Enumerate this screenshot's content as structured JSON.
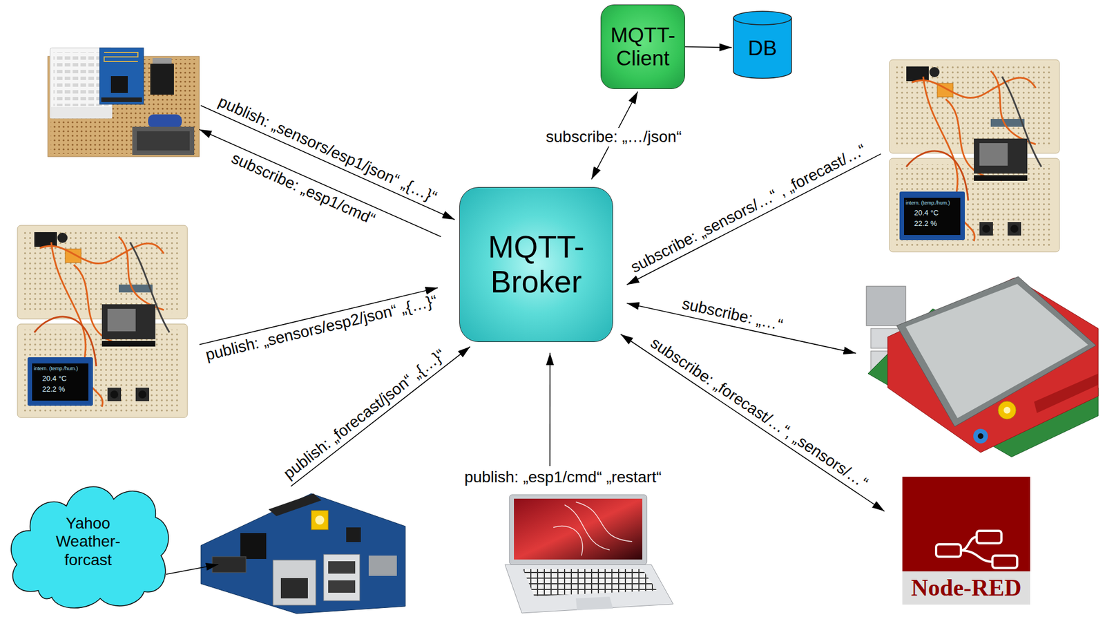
{
  "diagram": {
    "nodes": [
      {
        "text": [
          "MQTT- Client"
        ]
      },
      {
        "text": [
          "DB"
        ]
      },
      {
        "text": []
      },
      {
        "text": [
          "intern. (temp./hum.)",
          "20.4 °C",
          "22.2 %"
        ]
      },
      {
        "text": [
          "intern. (temp./hum.)",
          "20.4 °C",
          "22.2 %"
        ]
      },
      {
        "text": [
          "MQTT- Broker"
        ]
      },
      {
        "text": []
      },
      {
        "text": [
          "Yahoo Weather-forcast"
        ]
      },
      {
        "text": []
      },
      {
        "text": []
      },
      {
        "text": [
          "Node-RED"
        ]
      }
    ],
    "edges": [
      {
        "from": 0,
        "to": 1,
        "arrow": "to"
      },
      {
        "from": 2,
        "to": 5,
        "label": "publish: „sensors/esp1/json“ „{…}“",
        "arrow": "to"
      },
      {
        "from": 5,
        "to": 2,
        "label": "subscribe: „esp1/cmd“",
        "arrow": "to"
      },
      {
        "from": 5,
        "to": 0,
        "label": "subscribe: „…/json“",
        "arrow": "both"
      },
      {
        "from": 3,
        "to": 5,
        "label": "subscribe: „sensors/…“ , „forecast/…“",
        "arrow": "to"
      },
      {
        "from": 4,
        "to": 5,
        "label": "publish: „sensors/esp2/json“ „{…}“",
        "arrow": "to"
      },
      {
        "from": 5,
        "to": 6,
        "label": "subscribe: „…“",
        "arrow": "both"
      },
      {
        "from": 8,
        "to": 5,
        "label": "publish: „forecast/json“ „{…}“",
        "arrow": "to"
      },
      {
        "from": 9,
        "to": 5,
        "label": "publish: „esp1/cmd“ „restart“",
        "arrow": "to"
      },
      {
        "from": 5,
        "to": 10,
        "label": "subscribe: „forecast/…“, „sensors/…“",
        "arrow": "both"
      },
      {
        "from": 7,
        "to": 8,
        "arrow": "to"
      }
    ]
  }
}
